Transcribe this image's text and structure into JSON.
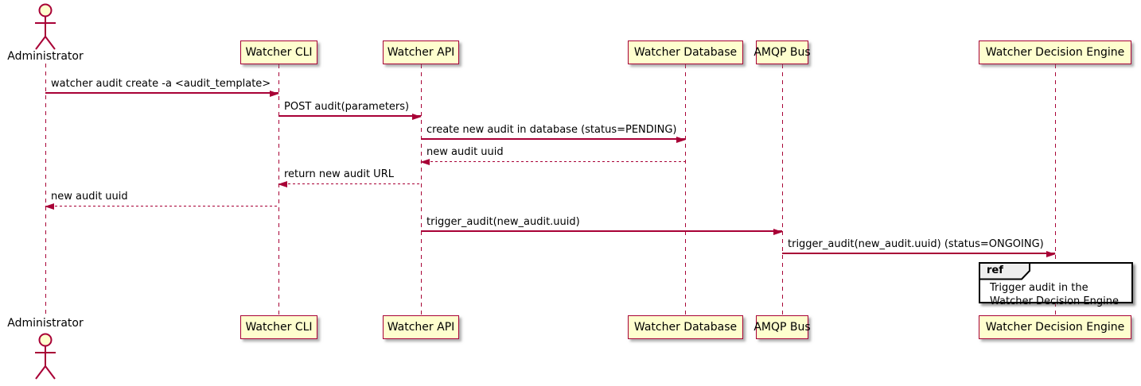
{
  "diagram_type": "sequence",
  "actor": {
    "name": "Administrator"
  },
  "participants": [
    {
      "label": "Watcher CLI"
    },
    {
      "label": "Watcher API"
    },
    {
      "label": "Watcher Database"
    },
    {
      "label": "AMQP Bus"
    },
    {
      "label": "Watcher Decision Engine"
    }
  ],
  "messages": [
    {
      "from": "Administrator",
      "to": "Watcher CLI",
      "label": "watcher audit create -a <audit_template>",
      "line": "solid"
    },
    {
      "from": "Watcher CLI",
      "to": "Watcher API",
      "label": "POST audit(parameters)",
      "line": "solid"
    },
    {
      "from": "Watcher API",
      "to": "Watcher Database",
      "label": "create new audit in database (status=PENDING)",
      "line": "solid"
    },
    {
      "from": "Watcher Database",
      "to": "Watcher API",
      "label": "new audit uuid",
      "line": "dotted"
    },
    {
      "from": "Watcher API",
      "to": "Watcher CLI",
      "label": "return new audit URL",
      "line": "dotted"
    },
    {
      "from": "Watcher CLI",
      "to": "Administrator",
      "label": "new audit uuid",
      "line": "dotted"
    },
    {
      "from": "Watcher API",
      "to": "AMQP Bus",
      "label": "trigger_audit(new_audit.uuid)",
      "line": "solid"
    },
    {
      "from": "AMQP Bus",
      "to": "Watcher Decision Engine",
      "label": "trigger_audit(new_audit.uuid) (status=ONGOING)",
      "line": "solid"
    }
  ],
  "ref": {
    "keyword": "ref",
    "over": "Watcher Decision Engine",
    "lines": [
      "Trigger audit in the",
      "Watcher Decision Engine"
    ]
  },
  "colors": {
    "participant_fill": "#fefece",
    "participant_border": "#a80036",
    "arrow": "#a80036",
    "text": "#000000",
    "ref_border": "#000000",
    "ref_header_fill": "#eeeeee"
  }
}
